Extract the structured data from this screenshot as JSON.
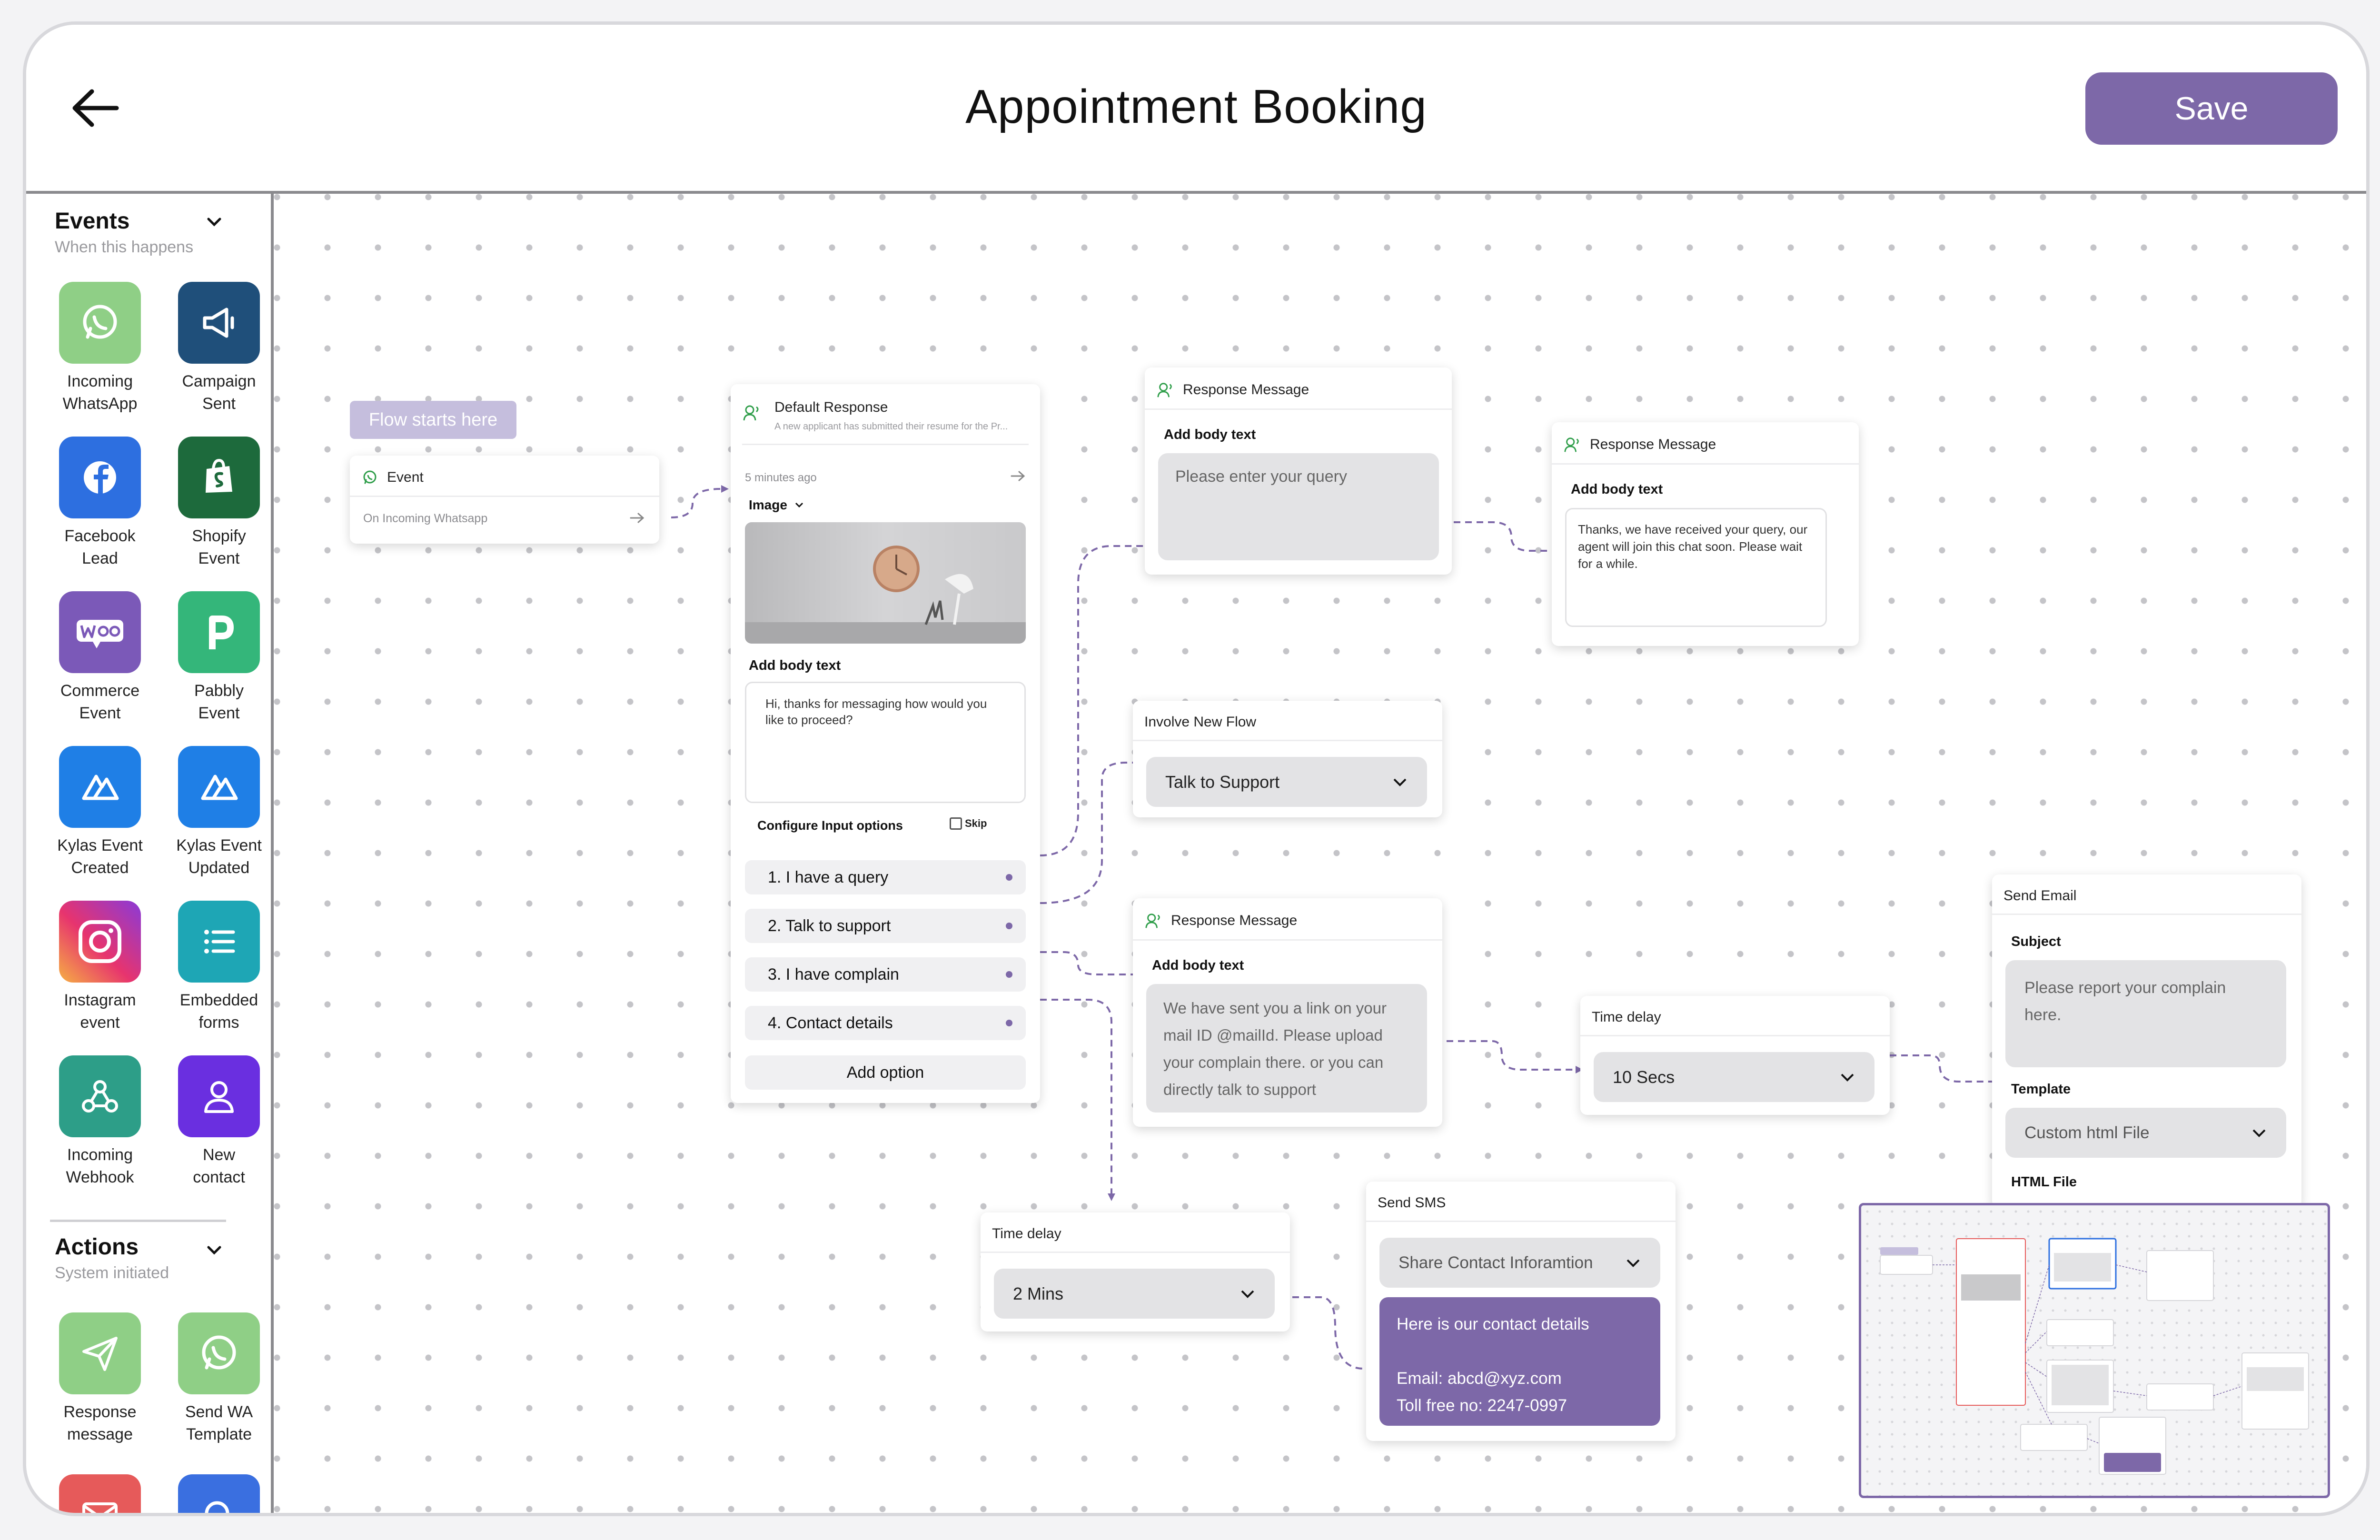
{
  "header": {
    "title": "Appointment Booking",
    "save_label": "Save"
  },
  "sidebar": {
    "events": {
      "title": "Events",
      "subtitle": "When this happens",
      "items": [
        {
          "l1": "Incoming",
          "l2": "WhatsApp",
          "icon": "whatsapp-icon",
          "color": "#8fcf86"
        },
        {
          "l1": "Campaign",
          "l2": "Sent",
          "icon": "megaphone-icon",
          "color": "#1f4f7a"
        },
        {
          "l1": "Facebook",
          "l2": "Lead",
          "icon": "facebook-icon",
          "color": "#2d6fe0"
        },
        {
          "l1": "Shopify",
          "l2": "Event",
          "icon": "shopify-icon",
          "color": "#1d6a3c"
        },
        {
          "l1": "Commerce",
          "l2": "Event",
          "icon": "woo-icon",
          "color": "#7b59b8"
        },
        {
          "l1": "Pabbly",
          "l2": "Event",
          "icon": "pabbly-icon",
          "color": "#34b67a"
        },
        {
          "l1": "Kylas Event",
          "l2": "Created",
          "icon": "kylas-icon",
          "color": "#1f7fe6"
        },
        {
          "l1": "Kylas Event",
          "l2": "Updated",
          "icon": "kylas-icon",
          "color": "#1f7fe6"
        },
        {
          "l1": "Instagram",
          "l2": "event",
          "icon": "instagram-icon",
          "color": "#d4307a"
        },
        {
          "l1": "Embedded",
          "l2": "forms",
          "icon": "list-icon",
          "color": "#1ea6b5"
        },
        {
          "l1": "Incoming",
          "l2": "Webhook",
          "icon": "webhook-icon",
          "color": "#2d9e88"
        },
        {
          "l1": "New",
          "l2": "contact",
          "icon": "user-icon",
          "color": "#6a2fe0"
        }
      ]
    },
    "actions": {
      "title": "Actions",
      "subtitle": "System initiated",
      "items": [
        {
          "l1": "Response",
          "l2": "message",
          "icon": "send-icon",
          "color": "#8fcf86"
        },
        {
          "l1": "Send WA",
          "l2": "Template",
          "icon": "whatsapp-icon",
          "color": "#8fcf86"
        },
        {
          "l1": "",
          "l2": "",
          "icon": "mail-icon",
          "color": "#e65a5a"
        },
        {
          "l1": "",
          "l2": "",
          "icon": "search-icon",
          "color": "#3a6fe0"
        }
      ]
    }
  },
  "canvas": {
    "flow_start": "Flow starts here",
    "event_node": {
      "title": "Event",
      "trigger": "On Incoming Whatsapp"
    },
    "default_response": {
      "title": "Default Response",
      "subtitle": "A new applicant has submitted their resume for the Pr...",
      "time": "5 minutes ago",
      "media_type": "Image",
      "body_label": "Add body text",
      "body_text": "Hi, thanks for messaging how would you like to proceed?",
      "configure_label": "Configure Input options",
      "skip_label": "Skip",
      "options": [
        "1. I have a query",
        "2. Talk to support",
        "3. I have complain",
        "4. Contact details"
      ],
      "add_option": "Add option"
    },
    "response_query": {
      "title": "Response Message",
      "body_label": "Add body text",
      "placeholder": "Please enter your query"
    },
    "response_thanks": {
      "title": "Response Message",
      "body_label": "Add body text",
      "text": "Thanks, we have received your query, our agent will join this chat soon. Please wait for a while."
    },
    "involve_flow": {
      "title": "Involve New Flow",
      "value": "Talk to Support"
    },
    "response_complain": {
      "title": "Response Message",
      "body_label": "Add body text",
      "text": "We have sent you a link on your mail ID @mailId. Please upload your complain there. or you can directly talk to support"
    },
    "delay_10": {
      "title": "Time delay",
      "value": "10 Secs"
    },
    "send_email": {
      "title": "Send Email",
      "subject_label": "Subject",
      "subject_value": "Please report your complain here.",
      "template_label": "Template",
      "template_value": "Custom html File",
      "html_label": "HTML File"
    },
    "delay_2": {
      "title": "Time delay",
      "value": "2 Mins"
    },
    "send_sms": {
      "title": "Send SMS",
      "select_value": "Share Contact Inforamtion",
      "msg_line1": "Here is our contact details",
      "msg_line2": "Email: abcd@xyz.com",
      "msg_line3": "Toll free no: 2247-0997"
    }
  },
  "colors": {
    "accent": "#7d68a8",
    "wire": "#7d68a8",
    "card_border": "#ececee"
  }
}
